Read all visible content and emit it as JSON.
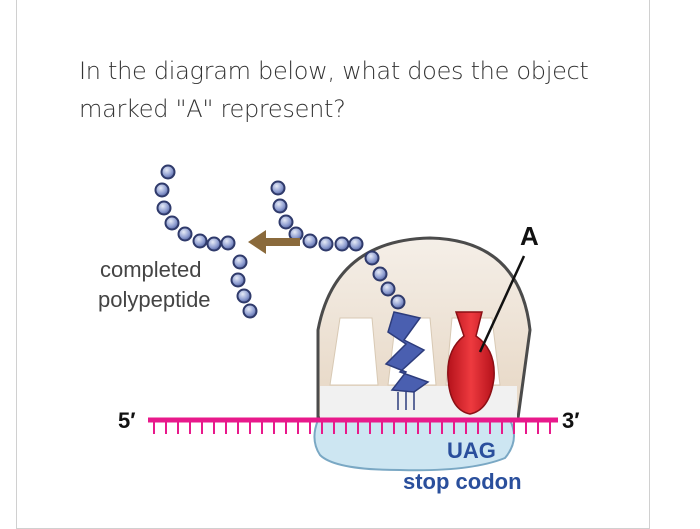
{
  "question": {
    "line1": "In the diagram below, what does the object",
    "line2": "marked \"A\" represent?"
  },
  "diagram": {
    "label_completed": "completed",
    "label_polypeptide": "polypeptide",
    "label_A": "A",
    "label_5prime": "5′",
    "label_3prime": "3′",
    "label_codon": "UAG",
    "label_stop_codon": "stop codon",
    "colors": {
      "mrna": "#e8198b",
      "ribosome_large": "#efe6dc",
      "ribosome_small": "#cde6f2",
      "trna": "#4a5fb0",
      "release_factor": "#d8232a",
      "bead": "#7f8fc8",
      "arrow": "#8a6a3c",
      "label_blue": "#2a4f9c"
    }
  }
}
